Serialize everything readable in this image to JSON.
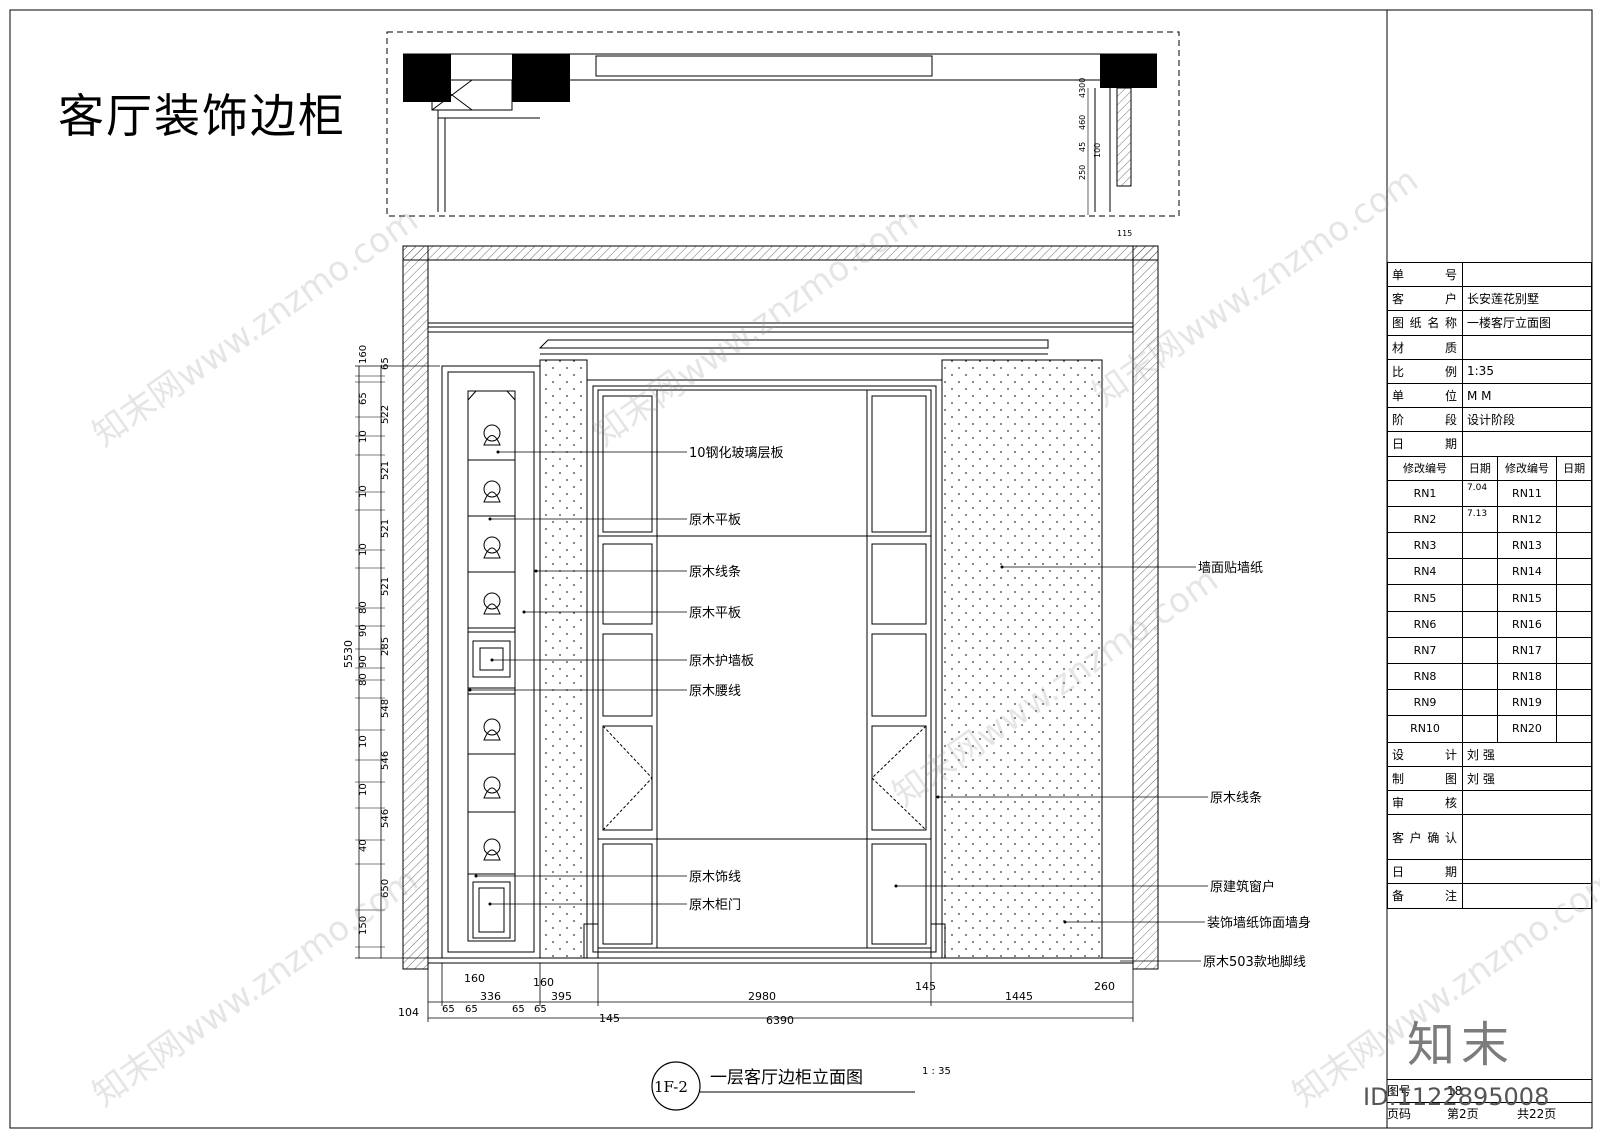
{
  "drawing_title": "客厅装饰边柜",
  "plan_dimensions": [
    "4300",
    "460",
    "45",
    "100",
    "250",
    "115"
  ],
  "vertical_total": "5530",
  "vertical_dimensions": [
    "160",
    "65",
    "65",
    "522",
    "10",
    "521",
    "10",
    "521",
    "10",
    "521",
    "80",
    "90",
    "285",
    "90",
    "80",
    "548",
    "10",
    "546",
    "10",
    "546",
    "40",
    "650",
    "150"
  ],
  "horizontal_dimensions": {
    "row1": [
      "160",
      "160",
      "145",
      "260"
    ],
    "row2": [
      "104",
      "65",
      "65",
      "336",
      "65",
      "65",
      "395",
      "2980",
      "1445"
    ],
    "row3": [
      "145"
    ],
    "total": "6390"
  },
  "callouts_left": [
    "10钢化玻璃层板",
    "原木平板",
    "原木线条",
    "原木平板",
    "原木护墙板",
    "原木腰线",
    "原木饰线",
    "原木柜门"
  ],
  "callouts_right": [
    "墙面贴墙纸",
    "原木线条",
    "原建筑窗户",
    "装饰墙纸饰面墙身",
    "原木503款地脚线"
  ],
  "caption": {
    "code": "1F-2",
    "title": "一层客厅边柜立面图",
    "scale": "1 : 35"
  },
  "title_block": {
    "fields": [
      {
        "label": "单号",
        "value": ""
      },
      {
        "label": "客户",
        "value": "长安莲花别墅"
      },
      {
        "label": "图纸名称",
        "value": "一楼客厅立面图"
      },
      {
        "label": "材质",
        "value": ""
      },
      {
        "label": "比例",
        "value": "1:35"
      },
      {
        "label": "单位",
        "value": "M M"
      },
      {
        "label": "阶段",
        "value": "设计阶段"
      },
      {
        "label": "日期",
        "value": ""
      }
    ],
    "rev_header": [
      "修改编号",
      "日期",
      "修改编号",
      "日期"
    ],
    "revisions": [
      {
        "a": "RN1",
        "d": "7.04",
        "b": "RN11"
      },
      {
        "a": "RN2",
        "d": "7.13",
        "b": "RN12"
      },
      {
        "a": "RN3",
        "d": "",
        "b": "RN13"
      },
      {
        "a": "RN4",
        "d": "",
        "b": "RN14"
      },
      {
        "a": "RN5",
        "d": "",
        "b": "RN15"
      },
      {
        "a": "RN6",
        "d": "",
        "b": "RN16"
      },
      {
        "a": "RN7",
        "d": "",
        "b": "RN17"
      },
      {
        "a": "RN8",
        "d": "",
        "b": "RN18"
      },
      {
        "a": "RN9",
        "d": "",
        "b": "RN19"
      },
      {
        "a": "RN10",
        "d": "",
        "b": "RN20"
      }
    ],
    "sign": [
      {
        "label": "设计",
        "value": "刘 强"
      },
      {
        "label": "制图",
        "value": "刘 强"
      },
      {
        "label": "审核",
        "value": ""
      },
      {
        "label": "客户确认",
        "value": ""
      },
      {
        "label": "日期",
        "value": ""
      },
      {
        "label": "备注",
        "value": ""
      }
    ],
    "footer": {
      "drawing_no_label": "图号",
      "drawing_no": "18",
      "page_label": "页码",
      "page": "第2页",
      "total": "共22页"
    }
  },
  "watermark": {
    "text": "知末网www.znzmo.com",
    "logo": "知末",
    "id": "ID:1122895008"
  }
}
